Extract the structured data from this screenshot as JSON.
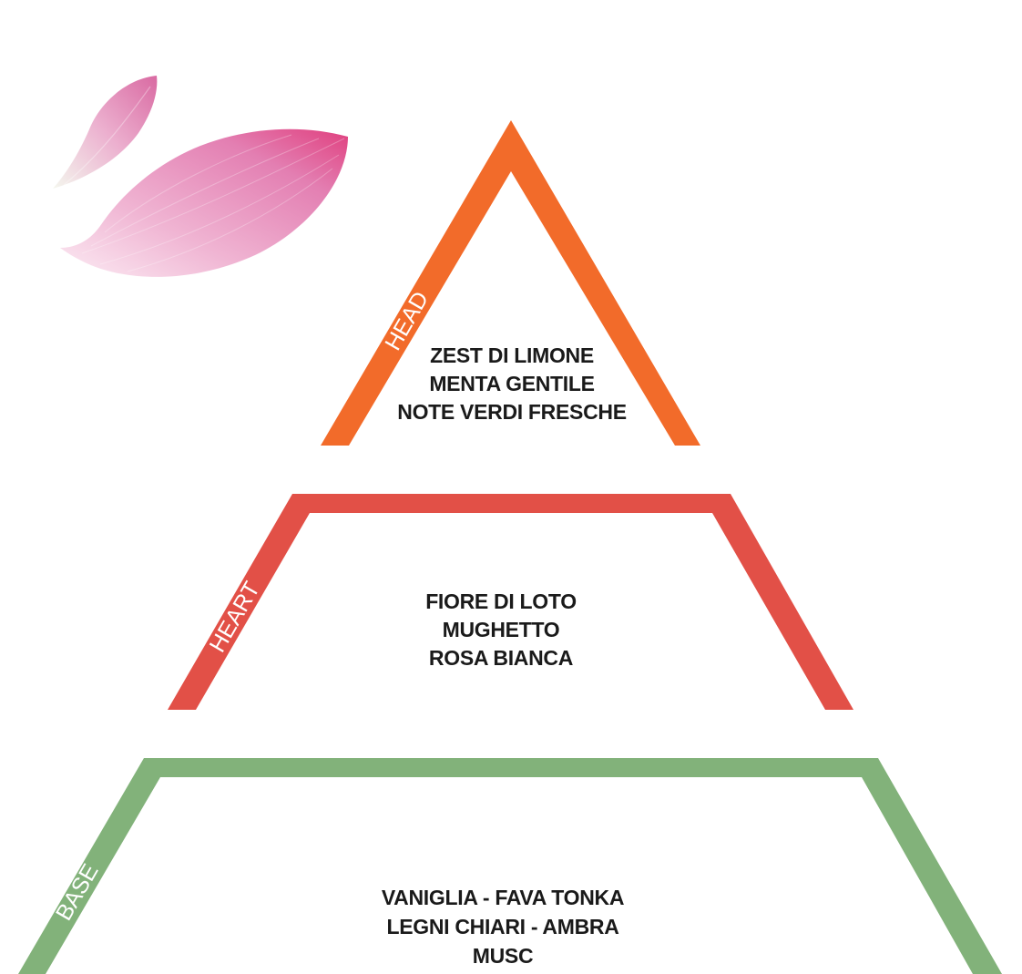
{
  "tiers": {
    "head": {
      "label": "HEAD",
      "color": "#f26b2a",
      "notes": [
        "ZEST DI LIMONE",
        "MENTA GENTILE",
        "NOTE VERDI FRESCHE"
      ]
    },
    "heart": {
      "label": "HEART",
      "color": "#e25047",
      "notes": [
        "FIORE DI LOTO",
        "MUGHETTO",
        "ROSA BIANCA"
      ]
    },
    "base": {
      "label": "BASE",
      "color": "#82b27a",
      "notes": [
        "VANIGLIA - FAVA TONKA",
        "LEGNI CHIARI - AMBRA",
        "MUSC"
      ]
    }
  },
  "decoration": {
    "petal_colors": [
      "#e0629b",
      "#f2b6d3",
      "#fbe8f1"
    ]
  }
}
